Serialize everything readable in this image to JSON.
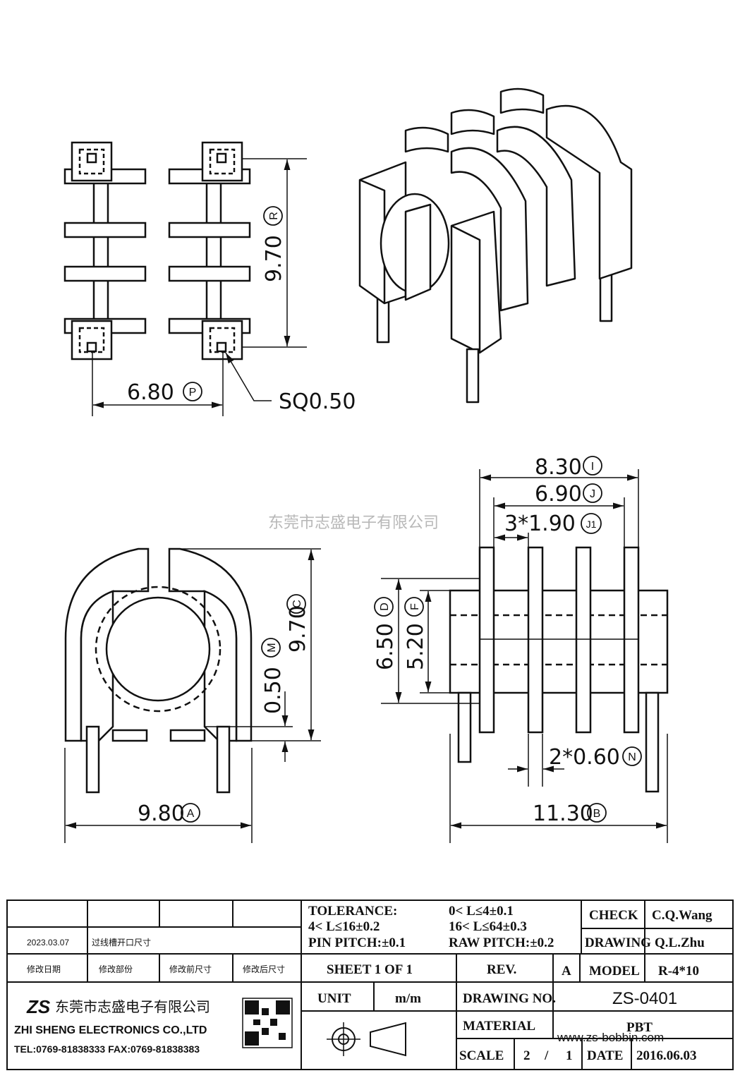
{
  "drawing": {
    "top_view": {
      "pitch_x": "6.80",
      "pitch_x_tag": "P",
      "pitch_y": "9.70",
      "pitch_y_tag": "R",
      "pin_note": "SQ0.50"
    },
    "side_view": {
      "width": "9.80",
      "width_tag": "A",
      "height": "9.70",
      "height_tag": "C",
      "gap": "0.50",
      "gap_tag": "M"
    },
    "front_view": {
      "flange_span": "8.30",
      "flange_span_tag": "I",
      "inner_span": "6.90",
      "inner_span_tag": "J",
      "slot": "3*1.90",
      "slot_tag": "J1",
      "flange_h": "6.50",
      "flange_h_tag": "D",
      "core_h": "5.20",
      "core_h_tag": "F",
      "flange_t": "2*0.60",
      "flange_t_tag": "N",
      "overall": "11.30",
      "overall_tag": "B"
    },
    "watermark": "东莞市志盛电子有限公司"
  },
  "title_block": {
    "tolerance_label": "TOLERANCE:",
    "tol_1": "0< L≤4±0.1",
    "tol_2": "4< L≤16±0.2",
    "tol_3": "16< L≤64±0.3",
    "pin_pitch": "PIN PITCH:±0.1",
    "raw_pitch": "RAW PITCH:±0.2",
    "check_label": "CHECK",
    "check_name": "C.Q.Wang",
    "drawing_label": "DRAWING",
    "drawing_name": "Q.L.Zhu",
    "revision_row": {
      "date": "2023.03.07",
      "part": "过线槽开口尺寸",
      "before": "",
      "after": ""
    },
    "rev_headers": [
      "修改日期",
      "修改部份",
      "修改前尺寸",
      "修改后尺寸"
    ],
    "sheet": "SHEET 1 OF 1",
    "rev_label": "REV.",
    "rev_value": "A",
    "model_label": "MODEL",
    "model_value": "R-4*10",
    "unit_label": "UNIT",
    "unit_value": "m/m",
    "drawing_no_label": "DRAWING NO.",
    "drawing_no_value": "ZS-0401",
    "material_label": "MATERIAL",
    "material_value": "PBT",
    "scale_label": "SCALE",
    "scale_num": "2",
    "scale_sep": "/",
    "scale_den": "1",
    "date_label": "DATE",
    "date_value": "2016.06.03",
    "company_cn": "东莞市志盛电子有限公司",
    "company_en": "ZHI SHENG ELECTRONICS CO.,LTD",
    "contact": "TEL:0769-81838333 FAX:0769-81838383",
    "logo_text": "ZS",
    "site_watermark": "www.zs-bobbin.com"
  }
}
